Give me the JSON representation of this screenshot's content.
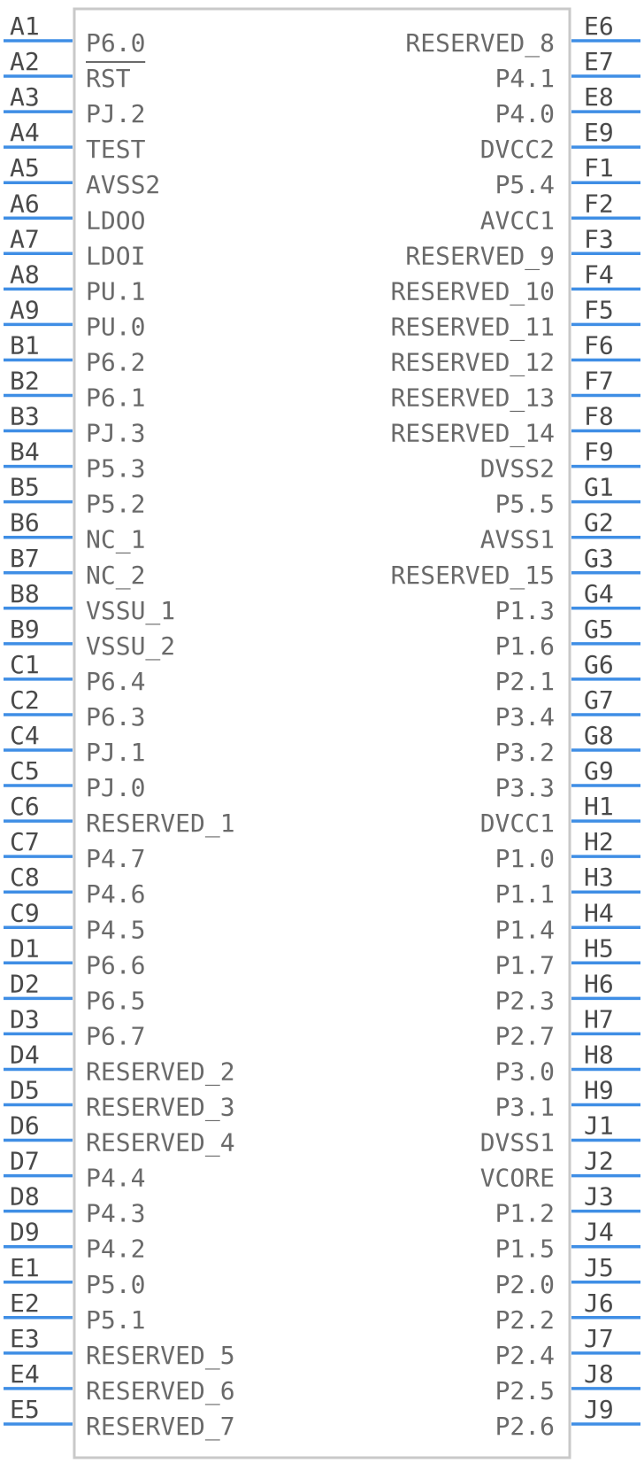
{
  "component": {
    "body_color": "#c9c9c9",
    "pin_color": "#3f8ee5",
    "text_color": "#6a6a6a"
  },
  "left_pins": [
    {
      "number": "A1",
      "name": "P6.0",
      "overbar": true
    },
    {
      "number": "A2",
      "name": "RST"
    },
    {
      "number": "A3",
      "name": "PJ.2"
    },
    {
      "number": "A4",
      "name": "TEST"
    },
    {
      "number": "A5",
      "name": "AVSS2"
    },
    {
      "number": "A6",
      "name": "LDOO"
    },
    {
      "number": "A7",
      "name": "LDOI"
    },
    {
      "number": "A8",
      "name": "PU.1"
    },
    {
      "number": "A9",
      "name": "PU.0"
    },
    {
      "number": "B1",
      "name": "P6.2"
    },
    {
      "number": "B2",
      "name": "P6.1"
    },
    {
      "number": "B3",
      "name": "PJ.3"
    },
    {
      "number": "B4",
      "name": "P5.3"
    },
    {
      "number": "B5",
      "name": "P5.2"
    },
    {
      "number": "B6",
      "name": "NC_1"
    },
    {
      "number": "B7",
      "name": "NC_2"
    },
    {
      "number": "B8",
      "name": "VSSU_1"
    },
    {
      "number": "B9",
      "name": "VSSU_2"
    },
    {
      "number": "C1",
      "name": "P6.4"
    },
    {
      "number": "C2",
      "name": "P6.3"
    },
    {
      "number": "C4",
      "name": "PJ.1"
    },
    {
      "number": "C5",
      "name": "PJ.0"
    },
    {
      "number": "C6",
      "name": "RESERVED_1"
    },
    {
      "number": "C7",
      "name": "P4.7"
    },
    {
      "number": "C8",
      "name": "P4.6"
    },
    {
      "number": "C9",
      "name": "P4.5"
    },
    {
      "number": "D1",
      "name": "P6.6"
    },
    {
      "number": "D2",
      "name": "P6.5"
    },
    {
      "number": "D3",
      "name": "P6.7"
    },
    {
      "number": "D4",
      "name": "RESERVED_2"
    },
    {
      "number": "D5",
      "name": "RESERVED_3"
    },
    {
      "number": "D6",
      "name": "RESERVED_4"
    },
    {
      "number": "D7",
      "name": "P4.4"
    },
    {
      "number": "D8",
      "name": "P4.3"
    },
    {
      "number": "D9",
      "name": "P4.2"
    },
    {
      "number": "E1",
      "name": "P5.0"
    },
    {
      "number": "E2",
      "name": "P5.1"
    },
    {
      "number": "E3",
      "name": "RESERVED_5"
    },
    {
      "number": "E4",
      "name": "RESERVED_6"
    },
    {
      "number": "E5",
      "name": "RESERVED_7"
    }
  ],
  "right_pins": [
    {
      "number": "E6",
      "name": "RESERVED_8"
    },
    {
      "number": "E7",
      "name": "P4.1"
    },
    {
      "number": "E8",
      "name": "P4.0"
    },
    {
      "number": "E9",
      "name": "DVCC2"
    },
    {
      "number": "F1",
      "name": "P5.4"
    },
    {
      "number": "F2",
      "name": "AVCC1"
    },
    {
      "number": "F3",
      "name": "RESERVED_9"
    },
    {
      "number": "F4",
      "name": "RESERVED_10"
    },
    {
      "number": "F5",
      "name": "RESERVED_11"
    },
    {
      "number": "F6",
      "name": "RESERVED_12"
    },
    {
      "number": "F7",
      "name": "RESERVED_13"
    },
    {
      "number": "F8",
      "name": "RESERVED_14"
    },
    {
      "number": "F9",
      "name": "DVSS2"
    },
    {
      "number": "G1",
      "name": "P5.5"
    },
    {
      "number": "G2",
      "name": "AVSS1"
    },
    {
      "number": "G3",
      "name": "RESERVED_15"
    },
    {
      "number": "G4",
      "name": "P1.3"
    },
    {
      "number": "G5",
      "name": "P1.6"
    },
    {
      "number": "G6",
      "name": "P2.1"
    },
    {
      "number": "G7",
      "name": "P3.4"
    },
    {
      "number": "G8",
      "name": "P3.2"
    },
    {
      "number": "G9",
      "name": "P3.3"
    },
    {
      "number": "H1",
      "name": "DVCC1"
    },
    {
      "number": "H2",
      "name": "P1.0"
    },
    {
      "number": "H3",
      "name": "P1.1"
    },
    {
      "number": "H4",
      "name": "P1.4"
    },
    {
      "number": "H5",
      "name": "P1.7"
    },
    {
      "number": "H6",
      "name": "P2.3"
    },
    {
      "number": "H7",
      "name": "P2.7"
    },
    {
      "number": "H8",
      "name": "P3.0"
    },
    {
      "number": "H9",
      "name": "P3.1"
    },
    {
      "number": "J1",
      "name": "DVSS1"
    },
    {
      "number": "J2",
      "name": "VCORE"
    },
    {
      "number": "J3",
      "name": "P1.2"
    },
    {
      "number": "J4",
      "name": "P1.5"
    },
    {
      "number": "J5",
      "name": "P2.0"
    },
    {
      "number": "J6",
      "name": "P2.2"
    },
    {
      "number": "J7",
      "name": "P2.4"
    },
    {
      "number": "J8",
      "name": "P2.5"
    },
    {
      "number": "J9",
      "name": "P2.6"
    }
  ]
}
